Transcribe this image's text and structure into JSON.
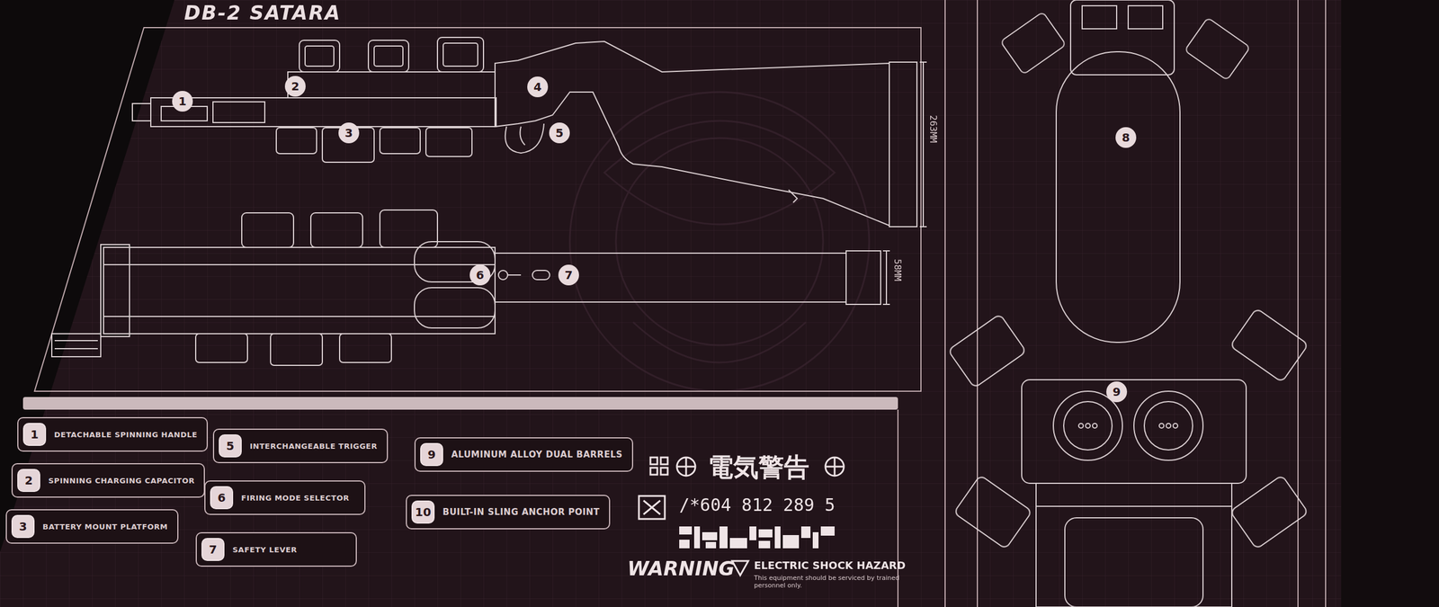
{
  "diagram": {
    "title": "DB-2 SATARA",
    "nodes": [
      {
        "text": [
          "1",
          "DETACHABLE SPINNING HANDLE"
        ]
      },
      {
        "text": [
          "2",
          "SPINNING CHARGING CAPACITOR"
        ]
      },
      {
        "text": [
          "3",
          "BATTERY MOUNT PLATFORM"
        ]
      },
      {
        "text": [
          "5",
          "INTERCHANGEABLE TRIGGER"
        ]
      },
      {
        "text": [
          "6",
          "FIRING MODE SELECTOR"
        ]
      },
      {
        "text": [
          "7",
          "SAFETY LEVER"
        ]
      },
      {
        "text": [
          "9",
          "ALUMINUM ALLOY DUAL BARRELS"
        ]
      },
      {
        "text": [
          "10",
          "BUILT-IN SLING ANCHOR POINT"
        ]
      }
    ],
    "labels": [
      "1",
      "2",
      "3",
      "4",
      "5",
      "6",
      "7",
      "8",
      "9",
      "263MM",
      "58MM",
      "電気警告",
      "/*604 812 289 5",
      "WARNING",
      "ELECTRIC SHOCK HAZARD",
      "This equipment should be serviced by trained personnel only."
    ]
  }
}
